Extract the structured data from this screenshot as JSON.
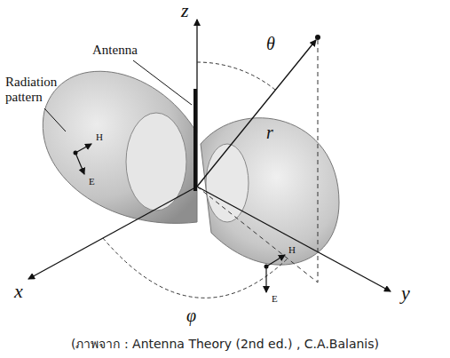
{
  "diagram": {
    "caption": "(ภาพจาก : Antenna Theory (2nd ed.) , C.A.Balanis)",
    "labels": [
      "z",
      "θ",
      "Antenna",
      "Radiation pattern",
      "r",
      "H",
      "E",
      "H",
      "E",
      "x",
      "φ",
      "y"
    ]
  }
}
